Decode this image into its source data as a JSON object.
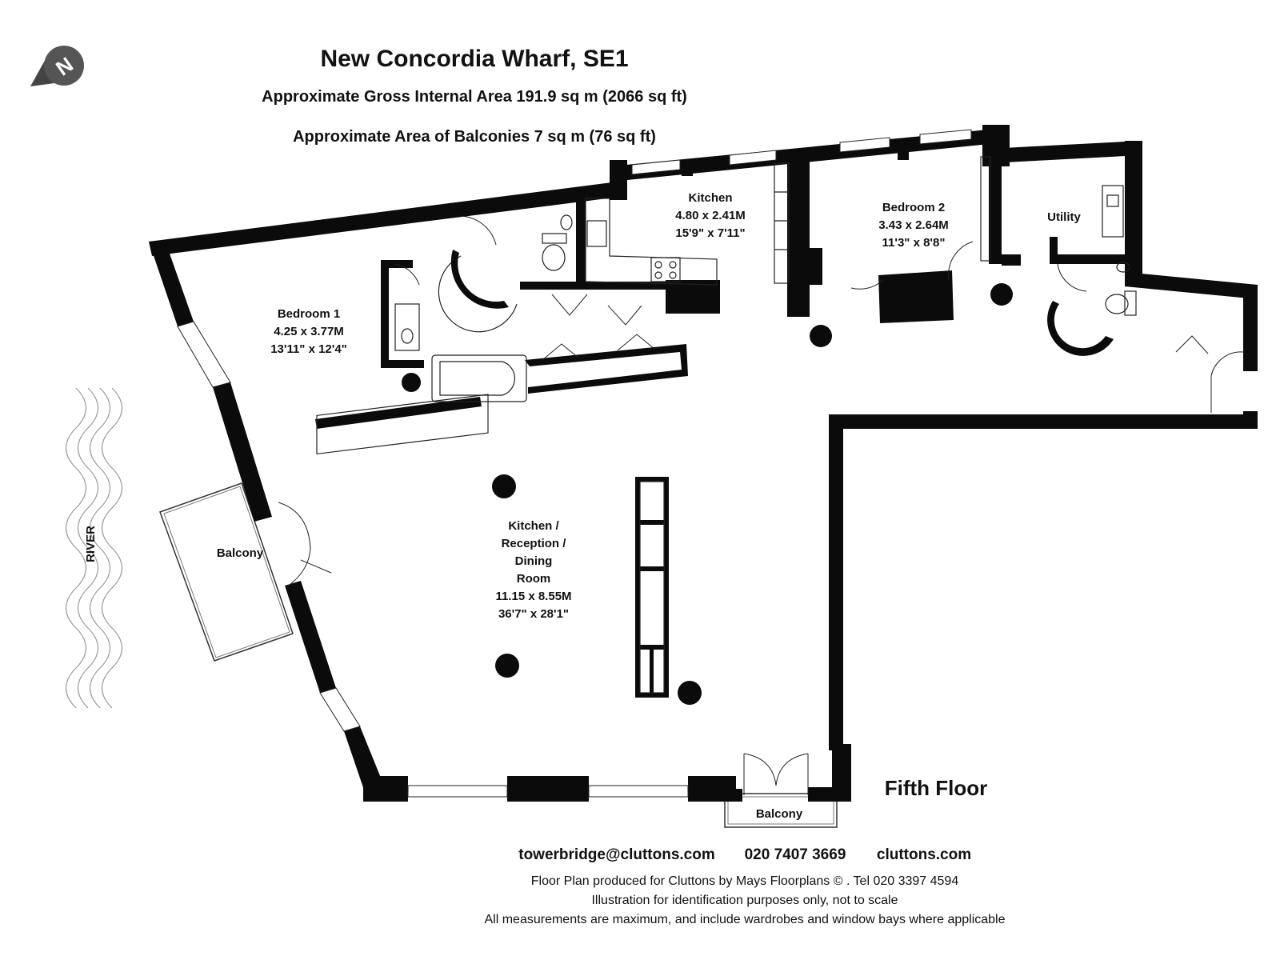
{
  "header": {
    "title": "New Concordia Wharf, SE1",
    "gross_area": "Approximate Gross Internal Area  191.9 sq m  (2066 sq ft)",
    "balcony_area": "Approximate Area of Balconies  7 sq m  (76 sq ft)"
  },
  "compass": {
    "icon": "north-compass-icon",
    "letter": "N"
  },
  "river_label": "RIVER",
  "rooms": {
    "bedroom1": {
      "name": "Bedroom 1",
      "metric": "4.25 x 3.77M",
      "imperial": "13'11\" x 12'4\""
    },
    "kitchen": {
      "name": "Kitchen",
      "metric": "4.80 x 2.41M",
      "imperial": "15'9\" x 7'11\""
    },
    "bedroom2": {
      "name": "Bedroom 2",
      "metric": "3.43 x 2.64M",
      "imperial": "11'3\" x 8'8\""
    },
    "utility": {
      "name": "Utility"
    },
    "reception": {
      "line1": "Kitchen /",
      "line2": "Reception /",
      "line3": "Dining",
      "line4": "Room",
      "metric": "11.15 x 8.55M",
      "imperial": "36'7\" x 28'1\""
    },
    "balcony_west": {
      "name": "Balcony"
    },
    "balcony_south": {
      "name": "Balcony"
    }
  },
  "floor_label": "Fifth Floor",
  "footer": {
    "email": "towerbridge@cluttons.com",
    "phone": "020 7407 3669",
    "website": "cluttons.com",
    "note1": "Floor Plan produced for Cluttons by Mays Floorplans  © . Tel 020 3397 4594",
    "note2": "Illustration for identification purposes only, not to scale",
    "note3": "All measurements are maximum, and include wardrobes and window bays where applicable"
  }
}
